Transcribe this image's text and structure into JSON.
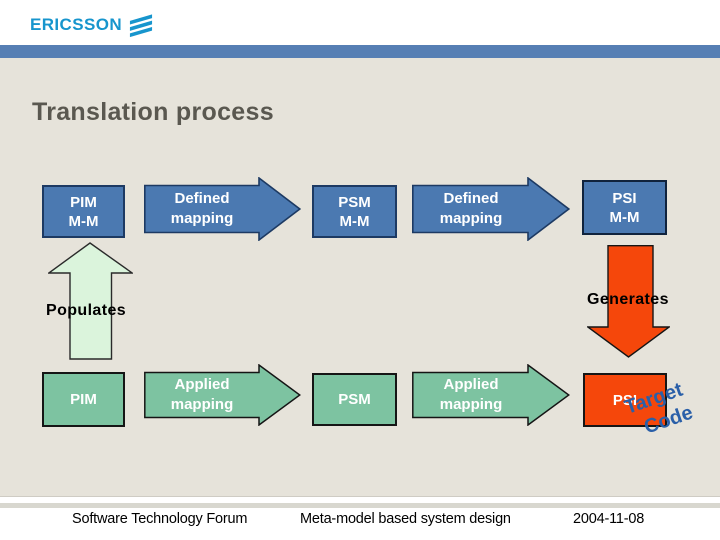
{
  "logo": {
    "wordmark": "ERICSSON"
  },
  "title": "Translation process",
  "diagram": {
    "pim_mm": {
      "line1": "PIM",
      "line2": "M-M"
    },
    "defined_mapping_1": {
      "line1": "Defined",
      "line2": "mapping"
    },
    "psm_mm": {
      "line1": "PSM",
      "line2": "M-M"
    },
    "defined_mapping_2": {
      "line1": "Defined",
      "line2": "mapping"
    },
    "psi_mm": {
      "line1": "PSI",
      "line2": "M-M"
    },
    "populates": "Populates",
    "generates": "Generates",
    "pim": "PIM",
    "applied_mapping_1": {
      "line1": "Applied",
      "line2": "mapping"
    },
    "psm": "PSM",
    "applied_mapping_2": {
      "line1": "Applied",
      "line2": "mapping"
    },
    "psi": "PSI",
    "target_code": {
      "line1": "Target",
      "line2": "Code"
    }
  },
  "colors": {
    "ericsson_blue": "#1795cd",
    "divider_bar_blue": "#567fb4",
    "box_blue": "#4b79b1",
    "box_teal": "#7dc3a1",
    "arrow_mint": "#dbf4dc",
    "orange_red": "#f5470b",
    "target_code_blue": "#2a5fa8",
    "background_beige": "#e6e3da"
  },
  "footer": {
    "left": "Software Technology Forum",
    "center": "Meta-model based system design",
    "right": "2004-11-08"
  }
}
